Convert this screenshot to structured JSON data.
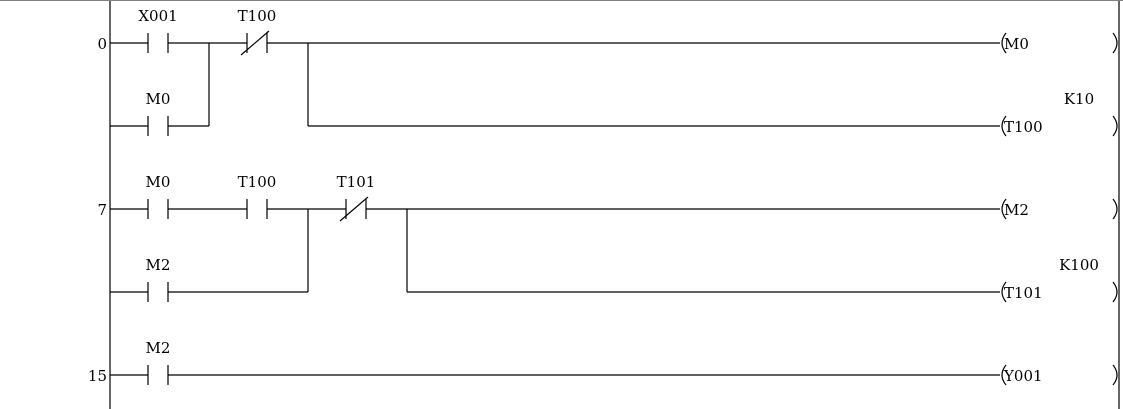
{
  "diagram": {
    "type": "ladder",
    "rungs": [
      {
        "step": "0",
        "rows": [
          {
            "contacts": [
              {
                "col": 0,
                "label": "X001",
                "type": "NO"
              },
              {
                "col": 1,
                "label": "T100",
                "type": "NC"
              }
            ],
            "coil": {
              "label": "M0",
              "preset": ""
            }
          },
          {
            "contacts": [
              {
                "col": 0,
                "label": "M0",
                "type": "NO"
              }
            ],
            "coil": {
              "label": "T100",
              "preset": "K10"
            }
          }
        ],
        "input_branch_col": 1,
        "output_branch_col": 2
      },
      {
        "step": "7",
        "rows": [
          {
            "contacts": [
              {
                "col": 0,
                "label": "M0",
                "type": "NO"
              },
              {
                "col": 1,
                "label": "T100",
                "type": "NO"
              },
              {
                "col": 2,
                "label": "T101",
                "type": "NC"
              }
            ],
            "coil": {
              "label": "M2",
              "preset": ""
            }
          },
          {
            "contacts": [
              {
                "col": 0,
                "label": "M2",
                "type": "NO"
              }
            ],
            "coil": {
              "label": "T101",
              "preset": "K100"
            }
          }
        ],
        "input_branch_col": 2,
        "output_branch_col": 3
      },
      {
        "step": "15",
        "rows": [
          {
            "contacts": [
              {
                "col": 0,
                "label": "M2",
                "type": "NO"
              }
            ],
            "coil": {
              "label": "Y001",
              "preset": ""
            }
          }
        ]
      }
    ]
  }
}
